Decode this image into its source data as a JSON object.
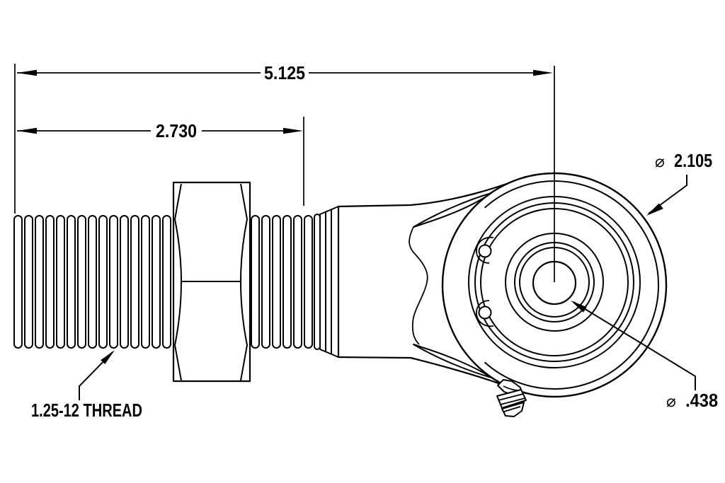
{
  "drawing": {
    "colors": {
      "line": "#000000",
      "background": "#ffffff"
    },
    "dim_overall": {
      "value": "5.125"
    },
    "dim_thread_length": {
      "value": "2.730"
    },
    "dim_outer_diameter": {
      "symbol": "⌀",
      "value": "2.105"
    },
    "dim_bore_diameter": {
      "symbol": "⌀",
      "value": ".438"
    },
    "thread_label": "1.25-12 THREAD"
  }
}
